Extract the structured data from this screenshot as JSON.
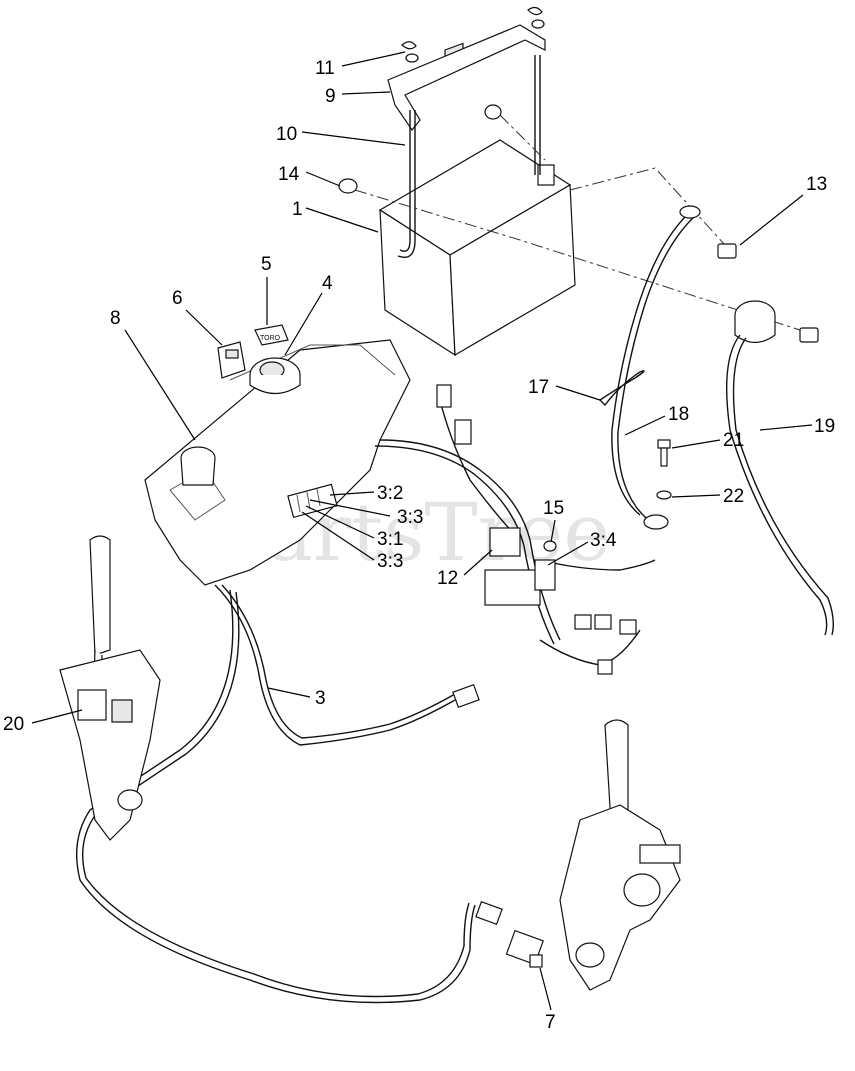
{
  "watermark": "PartsTree",
  "callouts": [
    {
      "id": "11",
      "label": "11"
    },
    {
      "id": "9",
      "label": "9"
    },
    {
      "id": "10",
      "label": "10"
    },
    {
      "id": "14",
      "label": "14"
    },
    {
      "id": "1",
      "label": "1"
    },
    {
      "id": "13",
      "label": "13"
    },
    {
      "id": "5",
      "label": "5"
    },
    {
      "id": "4",
      "label": "4"
    },
    {
      "id": "6",
      "label": "6"
    },
    {
      "id": "8",
      "label": "8"
    },
    {
      "id": "17",
      "label": "17"
    },
    {
      "id": "18",
      "label": "18"
    },
    {
      "id": "19",
      "label": "19"
    },
    {
      "id": "21",
      "label": "21"
    },
    {
      "id": "22",
      "label": "22"
    },
    {
      "id": "3-2",
      "label": "3:2"
    },
    {
      "id": "3-3a",
      "label": "3:3"
    },
    {
      "id": "3-1",
      "label": "3:1"
    },
    {
      "id": "3-3b",
      "label": "3:3"
    },
    {
      "id": "15",
      "label": "15"
    },
    {
      "id": "3-4",
      "label": "3:4"
    },
    {
      "id": "12",
      "label": "12"
    },
    {
      "id": "3",
      "label": "3"
    },
    {
      "id": "20",
      "label": "20"
    },
    {
      "id": "7",
      "label": "7"
    }
  ],
  "ignition_key_brand": "TORO"
}
